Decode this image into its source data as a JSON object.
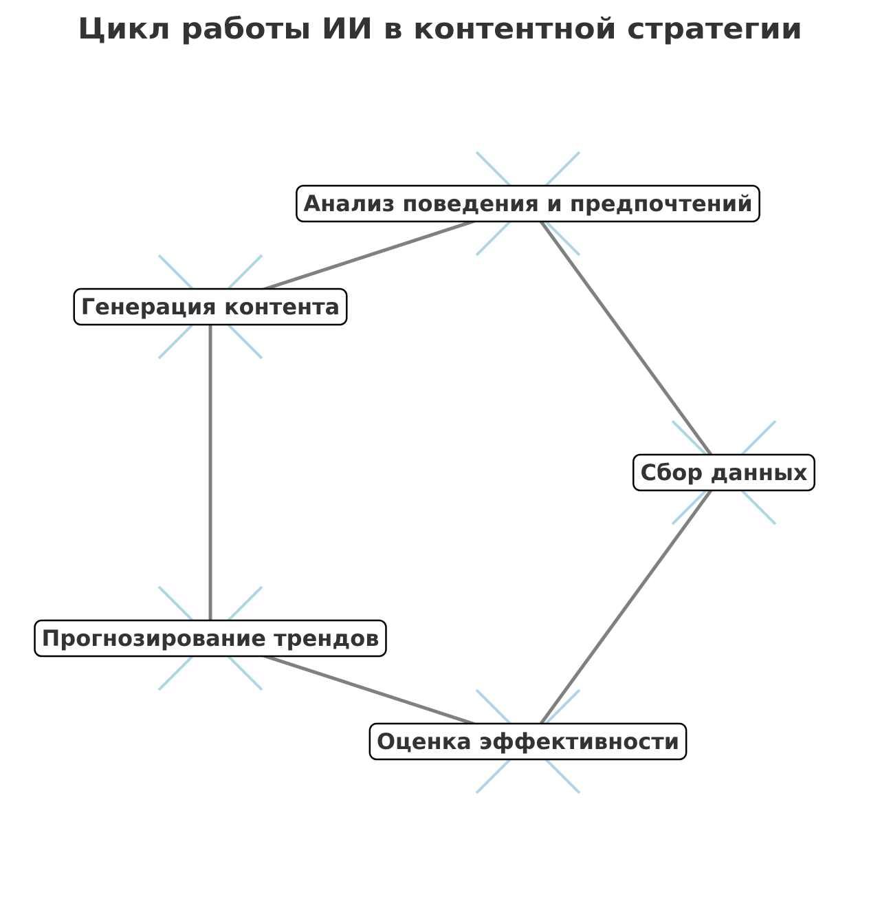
{
  "title": "Цикл работы ИИ в контентной стратегии",
  "colors": {
    "edge": "#808080",
    "marker": "#ADD8E6",
    "text": "#333333",
    "box_border": "#000000",
    "box_fill": "#ffffff"
  },
  "nodes": [
    {
      "id": "analysis",
      "label": "Анализ поведения и предпочтений"
    },
    {
      "id": "generation",
      "label": "Генерация контента"
    },
    {
      "id": "collection",
      "label": "Сбор данных"
    },
    {
      "id": "forecast",
      "label": "Прогнозирование трендов"
    },
    {
      "id": "evaluation",
      "label": "Оценка эффективности"
    }
  ],
  "edges": [
    [
      "analysis",
      "generation"
    ],
    [
      "analysis",
      "collection"
    ],
    [
      "collection",
      "evaluation"
    ],
    [
      "evaluation",
      "forecast"
    ],
    [
      "forecast",
      "generation"
    ]
  ]
}
